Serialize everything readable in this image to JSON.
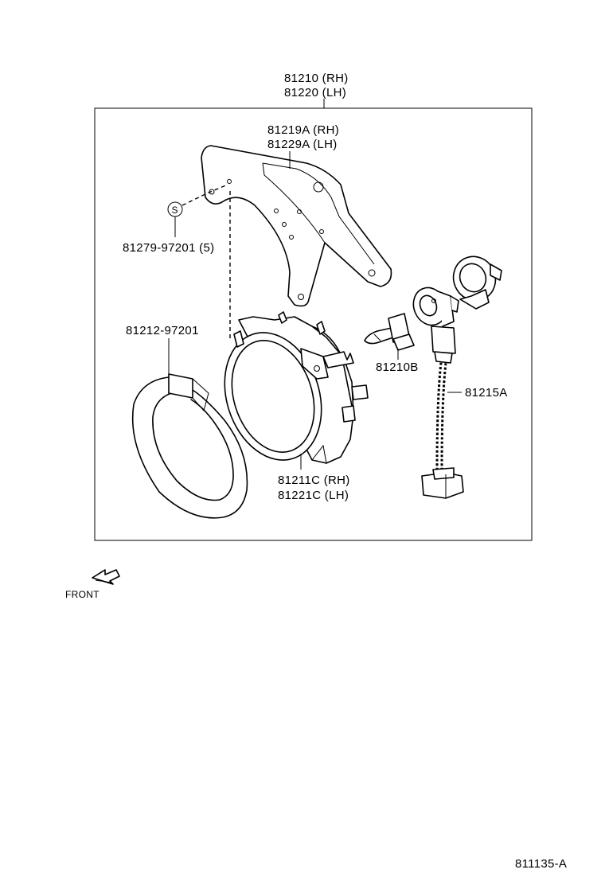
{
  "assembly": {
    "part_rh": "81210 (RH)",
    "part_lh": "81220 (LH)"
  },
  "parts": {
    "bracket_rh": "81219A (RH)",
    "bracket_lh": "81229A (LH)",
    "screw": "81279-97201 (5)",
    "screw_symbol": "S",
    "cover": "81212-97201",
    "bulb": "81210B",
    "wire": "81215A",
    "unit_rh": "81211C (RH)",
    "unit_lh": "81221C (LH)"
  },
  "front_label": "FRONT",
  "figure_id": "811135-A"
}
